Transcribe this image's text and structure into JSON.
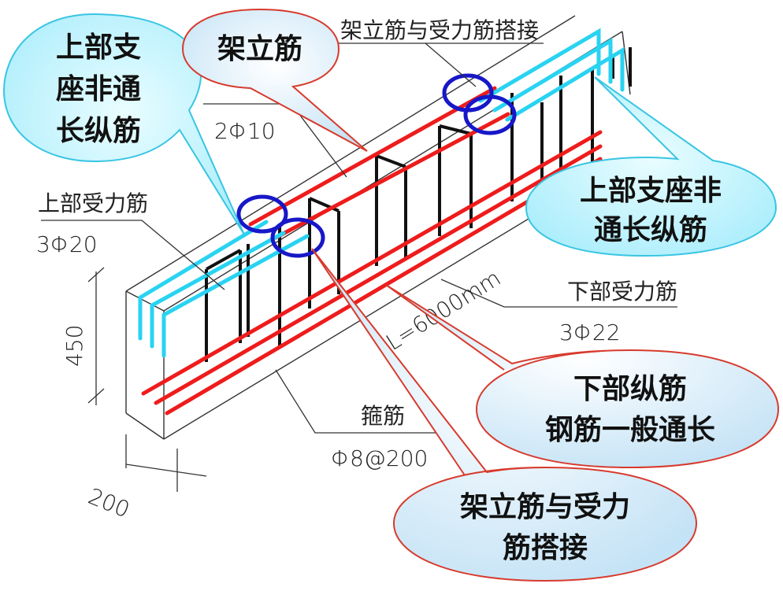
{
  "callouts": {
    "top_left": [
      "上部支",
      "座非通",
      "长纵筋"
    ],
    "top_middle": [
      "架立筋"
    ],
    "right_middle": [
      "上部支座非",
      "通长纵筋"
    ],
    "bottom_right": [
      "下部纵筋",
      "钢筋一般通长"
    ],
    "bottom_center": [
      "架立筋与受力",
      "筋搭接"
    ]
  },
  "cad_labels": {
    "lap_top": "架立筋与受力筋搭接",
    "erect_spec": "2Φ10",
    "top_main": "上部受力筋",
    "top_main_spec": "3Φ20",
    "bottom_main": "下部受力筋",
    "bottom_main_spec": "3Φ22",
    "stirrup": "箍筋",
    "stirrup_spec": "Φ8@200",
    "span": "L=6000mm",
    "height": "450",
    "width": "200"
  },
  "colors": {
    "cyan_bubble": "#b9f2ff",
    "cyan_border": "#38c5e3",
    "blue_bubble": "#d6ecf8",
    "red_border": "#d83a2c",
    "red_bar": "#ee1c1c",
    "cyan_bar": "#29d3f2",
    "ring": "#1717c8"
  }
}
